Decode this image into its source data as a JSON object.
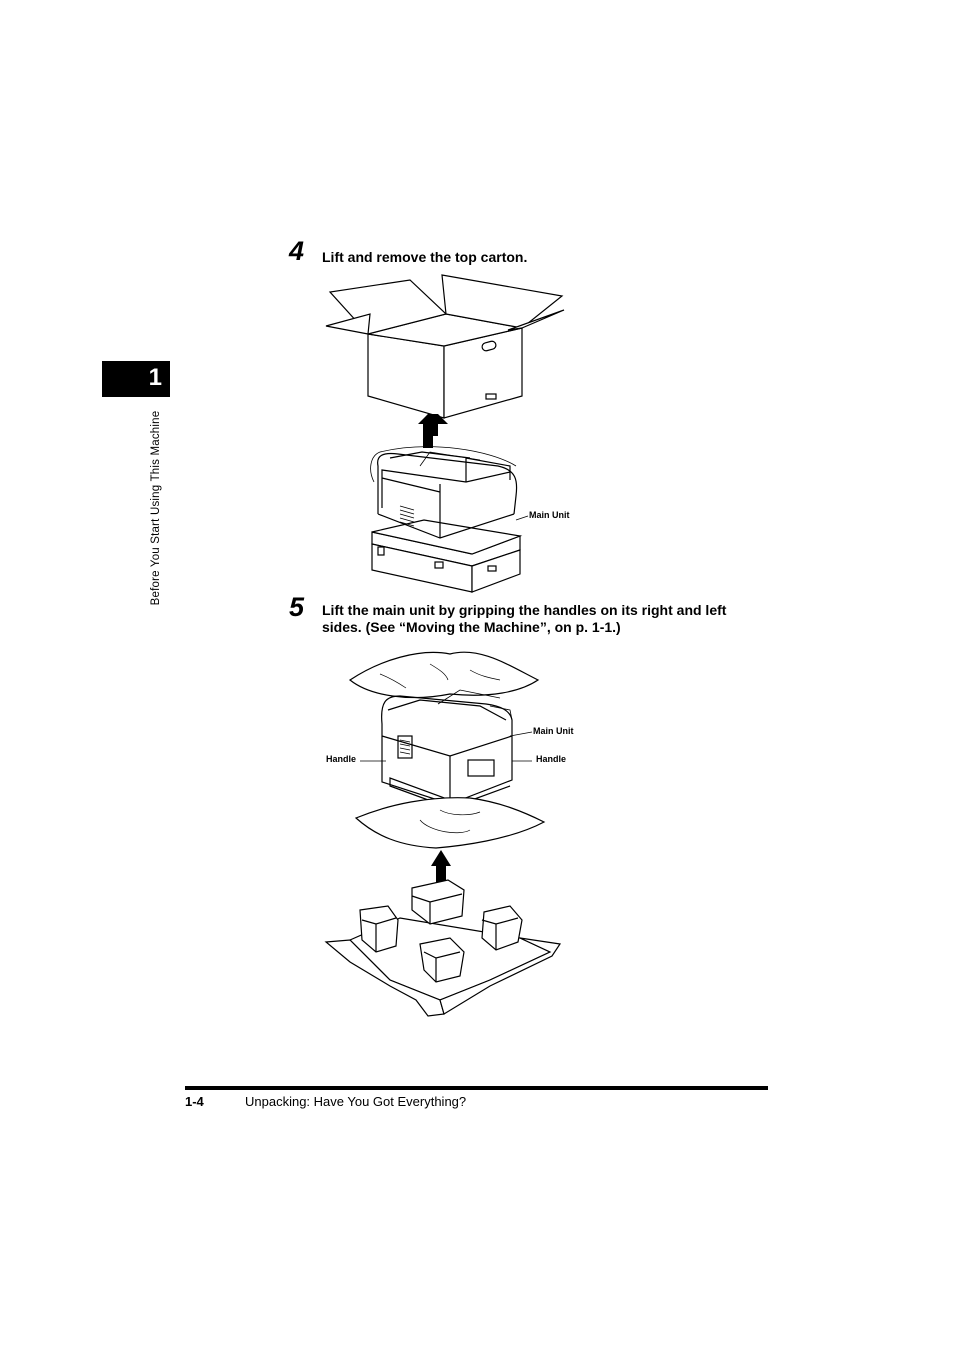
{
  "chapter": {
    "number": "1",
    "title": "Before You Start Using This Machine"
  },
  "steps": [
    {
      "number": "4",
      "text": "Lift and remove the top carton."
    },
    {
      "number": "5",
      "line1": "Lift the main unit by gripping the handles on its right and left",
      "line2": "sides. (See “Moving the Machine”, on p. 1-1.)"
    }
  ],
  "figure1": {
    "callout_main_unit": "Main Unit"
  },
  "figure2": {
    "callout_main_unit": "Main Unit",
    "callout_handle_left": "Handle",
    "callout_handle_right": "Handle"
  },
  "footer": {
    "page": "1-4",
    "section": "Unpacking: Have You Got Everything?"
  }
}
